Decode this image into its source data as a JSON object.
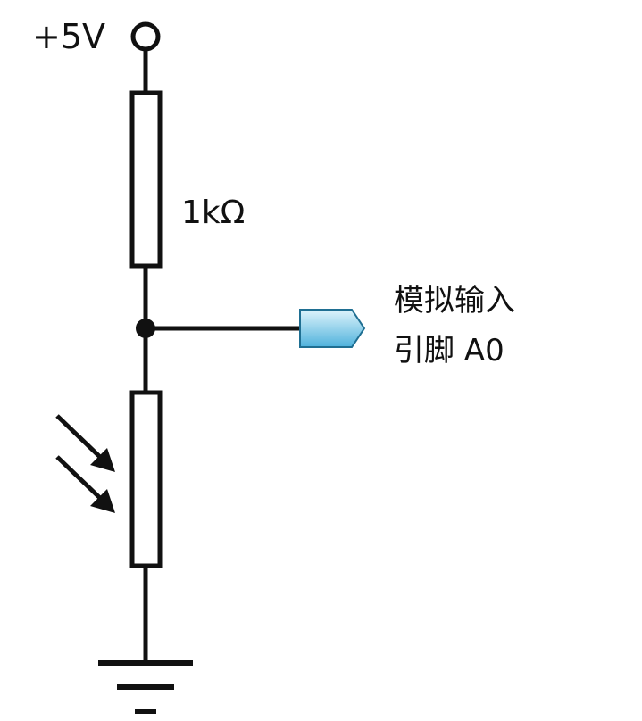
{
  "schematic": {
    "supply_label": "+5V",
    "resistor_label": "1kΩ",
    "analog_input_label_line1": "模拟输入",
    "analog_input_label_line2": "引脚 A0",
    "colors": {
      "wire": "#111111",
      "component_fill": "#ffffff",
      "port_fill_top": "#dff4fb",
      "port_fill_bottom": "#4fb2dc",
      "port_stroke": "#1f6f92"
    },
    "icons": {
      "supply_terminal": "open-circle-terminal",
      "light_arrows": "incident-light-arrows",
      "ground": "ground-symbol"
    }
  }
}
